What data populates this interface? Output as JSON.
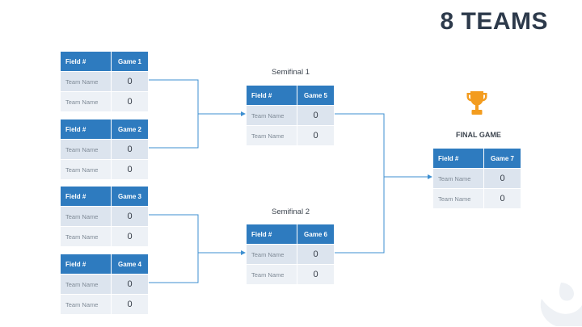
{
  "title": "8 TEAMS",
  "header": {
    "field_label": "Field #"
  },
  "rounds": {
    "semifinal_1": "Semifinal 1",
    "semifinal_2": "Semifinal 2",
    "final": "FINAL GAME"
  },
  "games": [
    {
      "name": "Game 1",
      "teams": [
        {
          "name": "Team Name",
          "score": "0"
        },
        {
          "name": "Team Name",
          "score": "0"
        }
      ]
    },
    {
      "name": "Game 2",
      "teams": [
        {
          "name": "Team Name",
          "score": "0"
        },
        {
          "name": "Team Name",
          "score": "0"
        }
      ]
    },
    {
      "name": "Game 3",
      "teams": [
        {
          "name": "Team Name",
          "score": "0"
        },
        {
          "name": "Team Name",
          "score": "0"
        }
      ]
    },
    {
      "name": "Game 4",
      "teams": [
        {
          "name": "Team Name",
          "score": "0"
        },
        {
          "name": "Team Name",
          "score": "0"
        }
      ]
    },
    {
      "name": "Game 5",
      "teams": [
        {
          "name": "Team Name",
          "score": "0"
        },
        {
          "name": "Team Name",
          "score": "0"
        }
      ]
    },
    {
      "name": "Game 6",
      "teams": [
        {
          "name": "Team Name",
          "score": "0"
        },
        {
          "name": "Team Name",
          "score": "0"
        }
      ]
    },
    {
      "name": "Game 7",
      "teams": [
        {
          "name": "Team Name",
          "score": "0"
        },
        {
          "name": "Team Name",
          "score": "0"
        }
      ]
    }
  ],
  "colors": {
    "header_blue": "#2e7bbf",
    "row_dark": "#dce4ee",
    "row_light": "#edf1f6",
    "connector": "#3d8fd1",
    "trophy": "#f39c1f",
    "title": "#2d3a4b"
  },
  "icons": {
    "trophy": "trophy-icon",
    "watermark": "logo-watermark-icon"
  }
}
